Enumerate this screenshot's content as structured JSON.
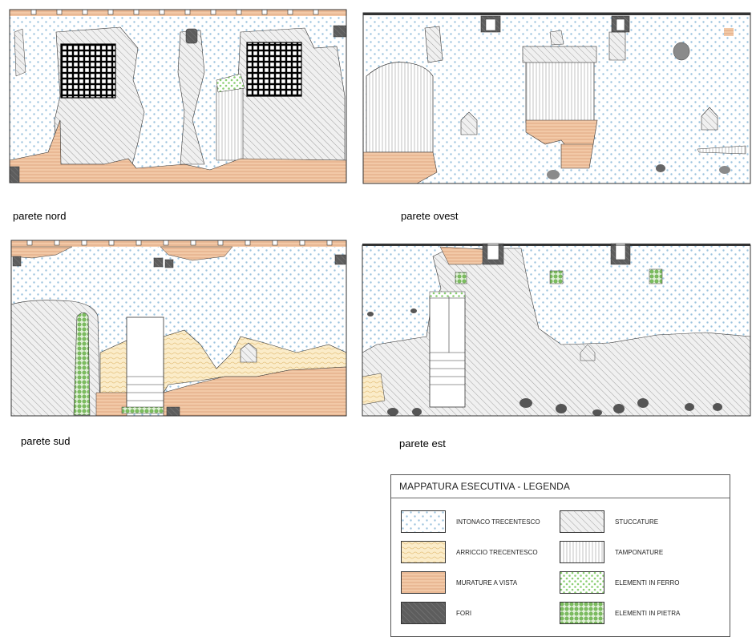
{
  "walls": [
    {
      "id": "nord",
      "label": "parete nord"
    },
    {
      "id": "ovest",
      "label": "parete ovest"
    },
    {
      "id": "sud",
      "label": "parete sud"
    },
    {
      "id": "est",
      "label": "parete est"
    }
  ],
  "legend": {
    "title": "MAPPATURA ESECUTIVA - LEGENDA",
    "items": [
      {
        "pattern": "intonaco",
        "label": "INTONACO TRECENTESCO"
      },
      {
        "pattern": "stuccature",
        "label": "STUCCATURE"
      },
      {
        "pattern": "arriccio",
        "label": "ARRICCIO TRECENTESCO"
      },
      {
        "pattern": "tamponature",
        "label": "TAMPONATURE"
      },
      {
        "pattern": "murature",
        "label": "MURATURE A VISTA"
      },
      {
        "pattern": "ferro",
        "label": "ELEMENTI IN FERRO"
      },
      {
        "pattern": "fori",
        "label": "FORI"
      },
      {
        "pattern": "pietra",
        "label": "ELEMENTI IN PIETRA"
      }
    ]
  },
  "colors": {
    "intonaco_dot": "#9cc3de",
    "arriccio_fill": "#f7e3b6",
    "murature_fill": "#eebf9a",
    "fori_fill": "#666666",
    "stuccature_line": "#8a8a8a",
    "ferro_fill": "#7bc067",
    "pietra_fill": "#7cbf5e",
    "outline": "#333333"
  }
}
